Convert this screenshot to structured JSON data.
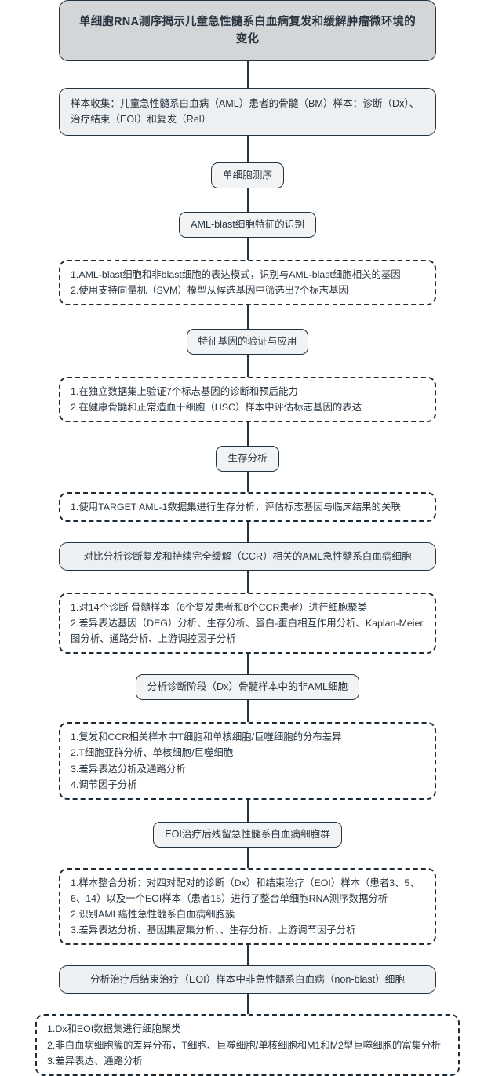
{
  "diagram": {
    "kind": "flowchart",
    "orientation": "top-to-bottom",
    "title": "单细胞RNA测序揭示儿童急性髓系白血病复发和缓解肿瘤微环境的变化",
    "colors": {
      "title_fill": "#d3d6d9",
      "process_fill": "#edf0f2",
      "pill_fill": "#f1f3f5",
      "dashed_fill": "#ffffff",
      "border": "#22323f",
      "text": "#2a3540",
      "connector": "#22323f",
      "background": "#ffffff"
    }
  },
  "nodes": {
    "title": "单细胞RNA测序揭示儿童急性髓系白血病复发和缓解肿瘤微环境的变化",
    "sample_collection": "样本收集：儿童急性髓系白血病（AML）患者的骨髓（BM）样本：诊断（Dx）、治疗结束（EOI）和复发（Rel）",
    "single_cell_seq": "单细胞测序",
    "blast_identification": "AML-blast细胞特征的识别",
    "blast_steps": [
      "1.AML-blast细胞和非blast细胞的表达模式，识别与AML-blast细胞相关的基因",
      "2.使用支持向量机（SVM）模型从候选基因中筛选出7个标志基因"
    ],
    "gene_validation": "特征基因的验证与应用",
    "gene_validation_steps": [
      "1.在独立数据集上验证7个标志基因的诊断和预后能力",
      "2.在健康骨髓和正常造血干细胞（HSC）样本中评估标志基因的表达"
    ],
    "survival_analysis": "生存分析",
    "survival_steps": [
      "1.使用TARGET AML-1数据集进行生存分析，评估标志基因与临床结果的关联"
    ],
    "ccr_comparison": "对比分析诊断复发和持续完全缓解（CCR）相关的AML急性髓系白血病细胞",
    "ccr_steps": [
      "1.对14个诊断 骨髓样本（6个复发患者和8个CCR患者）进行细胞聚类",
      "2.差异表达基因（DEG）分析、生存分析、蛋白-蛋白相互作用分析、Kaplan-Meier图分析、通路分析、上游调控因子分析"
    ],
    "dx_non_aml": "分析诊断阶段（Dx）骨髓样本中的非AML细胞",
    "dx_non_aml_steps": [
      "1.复发和CCR相关样本中T细胞和单核细胞/巨噬细胞的分布差异",
      "2.T细胞亚群分析、单核细胞/巨噬细胞",
      "3.差异表达分析及通路分析",
      "4.调节因子分析"
    ],
    "eoi_residual": "EOI治疗后残留急性髓系白血病细胞群",
    "eoi_residual_steps": [
      "1.样本整合分析：对四对配对的诊断（Dx）和结束治疗（EOI）样本（患者3、5、6、14）以及一个EOI样本（患者15）进行了整合单细胞RNA测序数据分析",
      "2.识别AML癌性急性髓系白血病细胞簇",
      "3.差异表达分析、基因集富集分析、、生存分析、上游调节因子分析"
    ],
    "eoi_non_blast": "分析治疗后结束治疗（EOI）样本中非急性髓系白血病（non-blast）细胞",
    "eoi_non_blast_steps": [
      "1.Dx和EOI数据集进行细胞聚类",
      "2.非白血病细胞簇的差异分布，T细胞、巨噬细胞/单核细胞和M1和M2型巨噬细胞的富集分析",
      "3.差异表达、通路分析"
    ]
  }
}
